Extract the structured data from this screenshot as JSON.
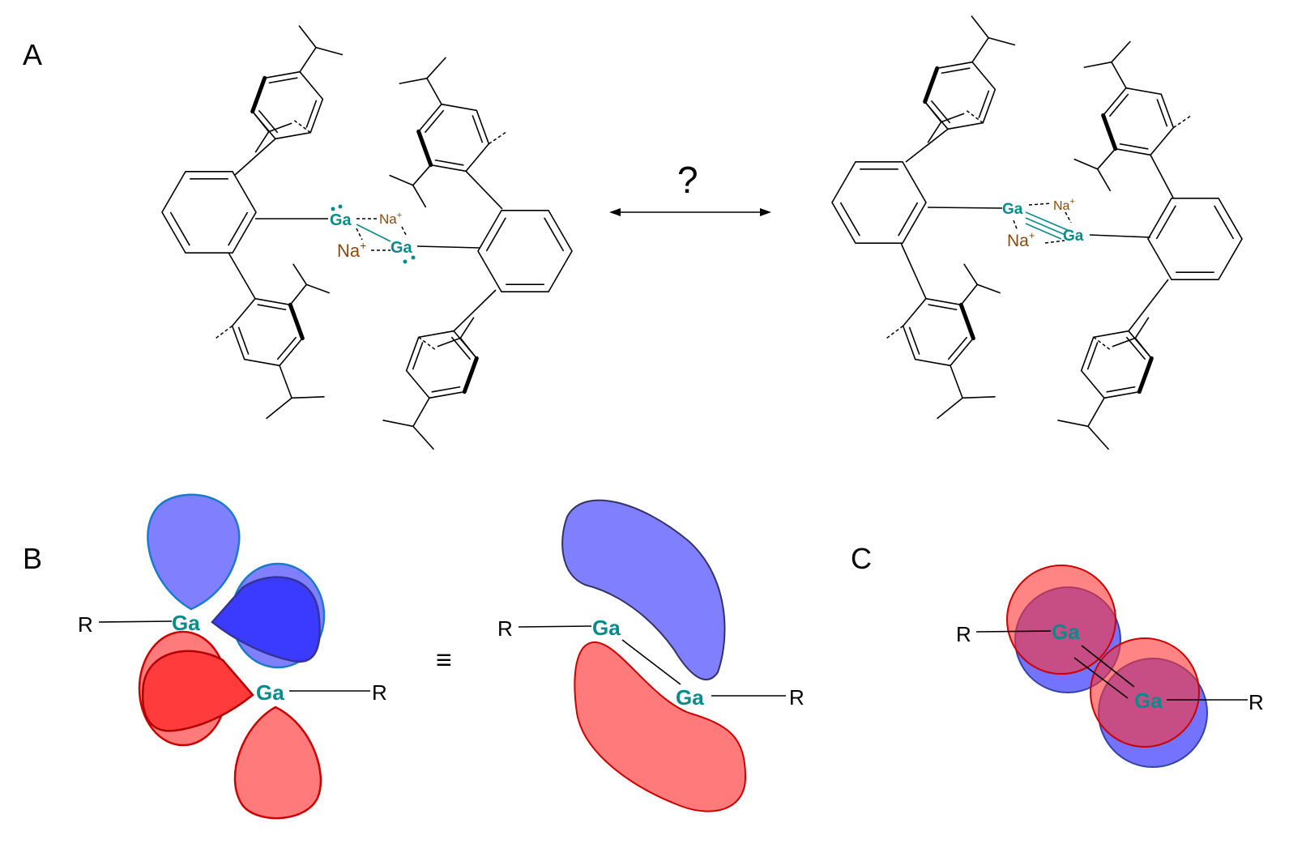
{
  "panels": {
    "a": "A",
    "b": "B",
    "c": "C"
  },
  "panel_a": {
    "question": "?",
    "left": {
      "ga1": "Ga",
      "ga2": "Ga",
      "na1": "Na",
      "na2": "Na",
      "plus": "+"
    },
    "right": {
      "ga1": "Ga",
      "ga2": "Ga",
      "na1": "Na",
      "na2": "Na",
      "plus": "+"
    }
  },
  "panel_b": {
    "r1": "R",
    "r2": "R",
    "ga1": "Ga",
    "ga2": "Ga",
    "equiv": "≡",
    "r3": "R",
    "r4": "R",
    "ga3": "Ga",
    "ga4": "Ga"
  },
  "panel_c": {
    "r1": "R",
    "r2": "R",
    "ga1": "Ga",
    "ga2": "Ga"
  },
  "colors": {
    "gallium": "#0a8a8a",
    "sodium": "#8b4a0c",
    "lobe_blue": "#8080ff",
    "lobe_red": "#ff7b7b"
  }
}
